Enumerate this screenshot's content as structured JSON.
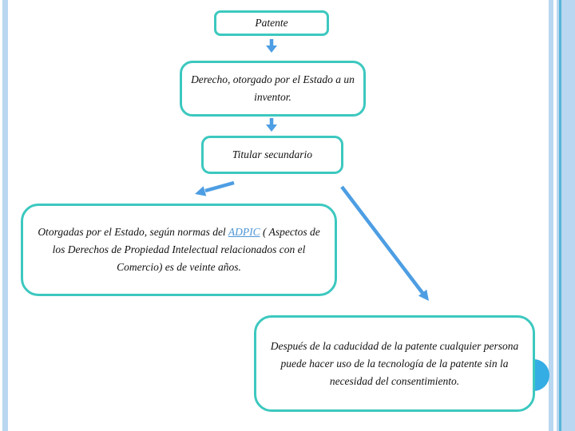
{
  "slide": {
    "title_node": "Patente",
    "colors": {
      "box_border_teal": "#3cc8bf",
      "arrow_blue": "#4d9ee3",
      "accent_circle_blue": "#33ade4",
      "edge_stripe_light_blue": "#b9d7f0",
      "edge_stripe_dark_blue": "#55b5d9",
      "hyperlink_blue": "#4e95d6",
      "text_black": "#111111"
    }
  },
  "nodes": {
    "patente": {
      "text": "Patente"
    },
    "derecho": {
      "text": "Derecho, otorgado por el Estado a un inventor."
    },
    "titular": {
      "text": "Titular secundario"
    },
    "otorgadas": {
      "text_before_link": "Otorgadas por el Estado, según normas del ",
      "link_text": "ADPIC",
      "text_after_link": " (  Aspectos de los Derechos de Propiedad Intelectual relacionados con el Comercio) es de veinte años."
    },
    "despues": {
      "text": "Después de la caducidad de la patente cualquier persona puede hacer uso de la tecnología de la patente sin la necesidad del consentimiento."
    }
  },
  "connectors": [
    {
      "name": "arrow-down-1",
      "from": "patente",
      "to": "derecho",
      "direction": "down"
    },
    {
      "name": "arrow-down-2",
      "from": "derecho",
      "to": "titular",
      "direction": "down"
    },
    {
      "name": "arrow-left",
      "from": "titular",
      "to": "otorgadas",
      "direction": "down-left"
    },
    {
      "name": "arrow-diagonal-right",
      "from": "titular",
      "to": "despues",
      "direction": "down-right"
    }
  ]
}
